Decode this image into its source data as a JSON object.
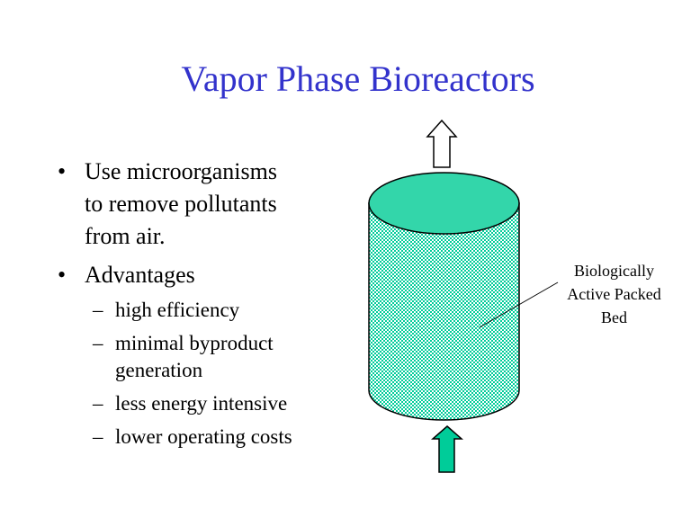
{
  "title": "Vapor Phase Bioreactors",
  "bullets": [
    {
      "marker": "•",
      "lines": [
        "Use microorganisms",
        "to remove pollutants",
        "from air."
      ]
    },
    {
      "marker": "•",
      "lines": [
        "Advantages"
      ]
    }
  ],
  "sub_bullets": [
    {
      "marker": "–",
      "lines": [
        "high efficiency"
      ]
    },
    {
      "marker": "–",
      "lines": [
        "minimal byproduct",
        "generation"
      ]
    },
    {
      "marker": "–",
      "lines": [
        "less energy intensive"
      ]
    },
    {
      "marker": "–",
      "lines": [
        "lower operating costs"
      ]
    }
  ],
  "diagram": {
    "label_lines": [
      "Biologically",
      "Active Packed",
      "Bed"
    ],
    "colors": {
      "top": "#33d6aa",
      "dots": "#00cc99",
      "inlet_arrow": "#00cc99",
      "title": "#3333cc"
    }
  }
}
